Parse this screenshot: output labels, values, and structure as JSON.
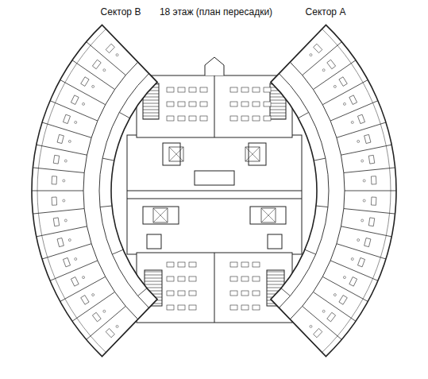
{
  "diagram": {
    "title": "18 этаж (план пересадки)",
    "labels": [
      "Сектор В",
      "Сектор А"
    ]
  }
}
